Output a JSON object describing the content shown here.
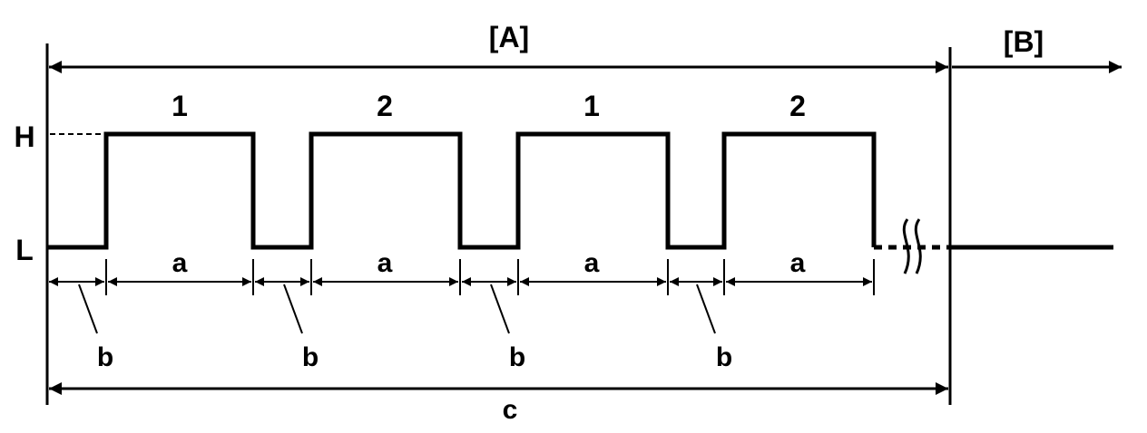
{
  "section_labels": {
    "a": "[A]",
    "b": "[B]"
  },
  "levels": {
    "high": "H",
    "low": "L"
  },
  "pulse_numbers": [
    "1",
    "2",
    "1",
    "2"
  ],
  "pulse_width_label": "a",
  "gap_label": "b",
  "total_label": "c",
  "colors": {
    "stroke": "#000000",
    "background": "#ffffff"
  }
}
